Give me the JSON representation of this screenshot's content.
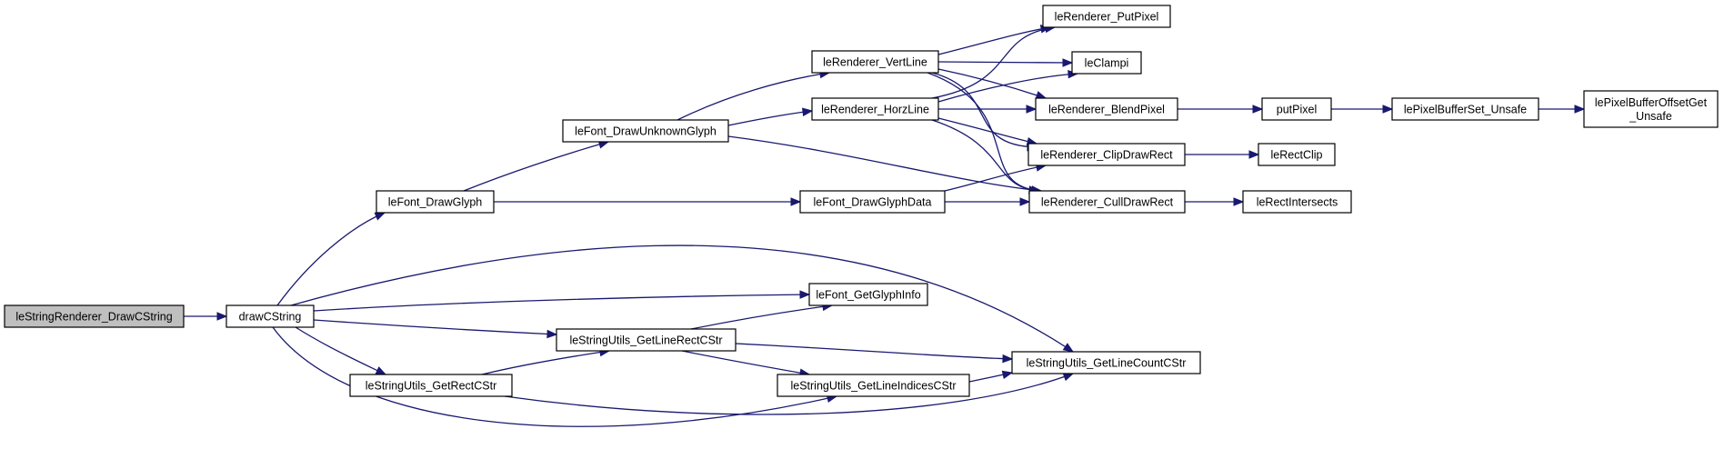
{
  "diagram": {
    "colors": {
      "edge": "#191970",
      "node_border": "#000000",
      "root_fill": "#bfbfbf",
      "node_fill": "#ffffff"
    },
    "nodes": [
      {
        "id": "root",
        "lines": [
          "leStringRenderer_DrawCString"
        ],
        "root": true
      },
      {
        "id": "draw",
        "lines": [
          "drawCString"
        ]
      },
      {
        "id": "fdg",
        "lines": [
          "leFont_DrawGlyph"
        ]
      },
      {
        "id": "fdug",
        "lines": [
          "leFont_DrawUnknownGlyph"
        ]
      },
      {
        "id": "fdgd",
        "lines": [
          "leFont_DrawGlyphData"
        ]
      },
      {
        "id": "rvl",
        "lines": [
          "leRenderer_VertLine"
        ]
      },
      {
        "id": "rhl",
        "lines": [
          "leRenderer_HorzLine"
        ]
      },
      {
        "id": "rpp",
        "lines": [
          "leRenderer_PutPixel"
        ]
      },
      {
        "id": "clp",
        "lines": [
          "leClampi"
        ]
      },
      {
        "id": "rbp",
        "lines": [
          "leRenderer_BlendPixel"
        ]
      },
      {
        "id": "rcdr",
        "lines": [
          "leRenderer_ClipDrawRect"
        ]
      },
      {
        "id": "rcull",
        "lines": [
          "leRenderer_CullDrawRect"
        ]
      },
      {
        "id": "pp",
        "lines": [
          "putPixel"
        ]
      },
      {
        "id": "pbsu",
        "lines": [
          "lePixelBufferSet_Unsafe"
        ]
      },
      {
        "id": "pbog",
        "lines": [
          "lePixelBufferOffsetGet",
          "_Unsafe"
        ]
      },
      {
        "id": "rc",
        "lines": [
          "leRectClip"
        ]
      },
      {
        "id": "ri",
        "lines": [
          "leRectIntersects"
        ]
      },
      {
        "id": "fggi",
        "lines": [
          "leFont_GetGlyphInfo"
        ]
      },
      {
        "id": "sglr",
        "lines": [
          "leStringUtils_GetLineRectCStr"
        ]
      },
      {
        "id": "sgr",
        "lines": [
          "leStringUtils_GetRectCStr"
        ]
      },
      {
        "id": "sgli",
        "lines": [
          "leStringUtils_GetLineIndicesCStr"
        ]
      },
      {
        "id": "sglc",
        "lines": [
          "leStringUtils_GetLineCountCStr"
        ]
      }
    ]
  }
}
